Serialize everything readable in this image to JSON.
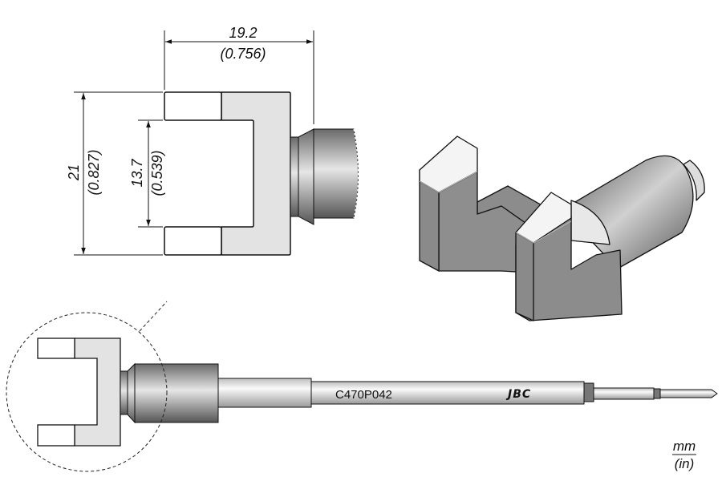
{
  "drawing": {
    "dimensions": {
      "width": {
        "mm": "19.2",
        "in": "(0.756)"
      },
      "height": {
        "mm": "21",
        "in": "(0.827)"
      },
      "inner_gap": {
        "mm": "13.7",
        "in": "(0.539)"
      }
    },
    "part_number": "C470P042",
    "brand": "JBC",
    "units": {
      "primary": "mm",
      "secondary": "(in)"
    },
    "colors": {
      "body_gray": "#e3e3e3",
      "block_gray": "#8c8c8c",
      "outline": "#111111"
    }
  }
}
